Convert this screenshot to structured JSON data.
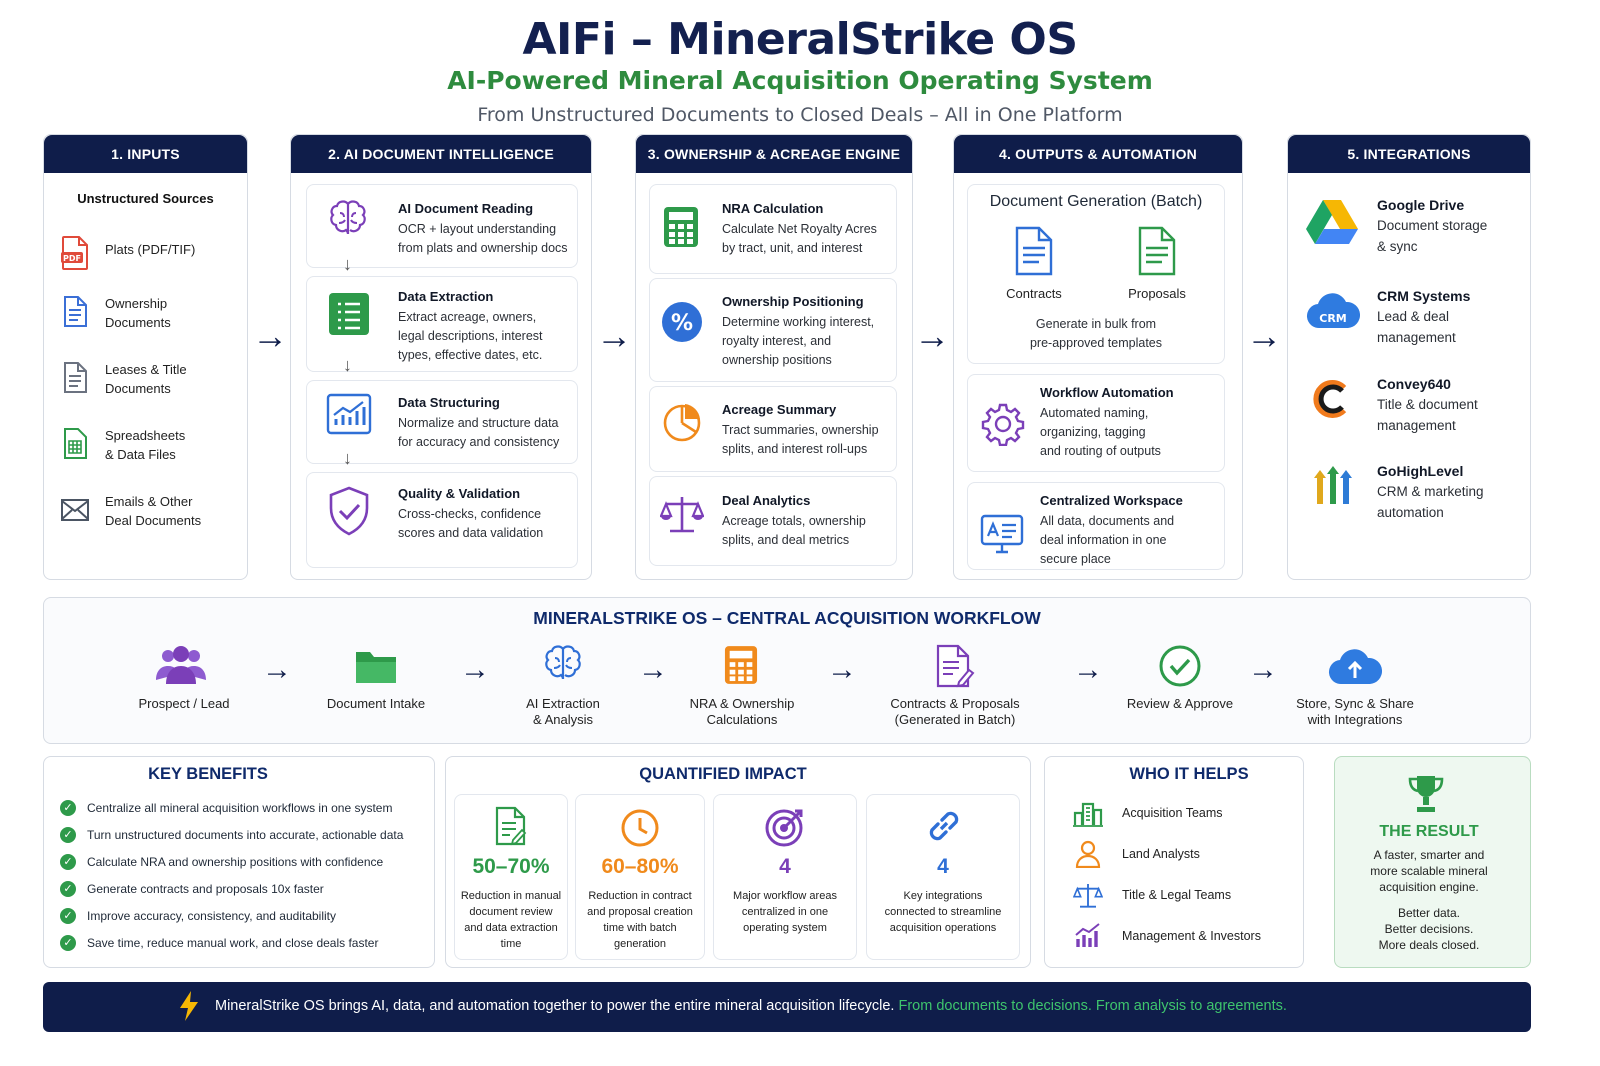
{
  "header": {
    "title": "AIFi – MineralStrike OS",
    "subtitle": "AI-Powered Mineral Acquisition Operating System",
    "tagline": "From Unstructured Documents to Closed Deals – All in One Platform"
  },
  "inputs": {
    "head": "1. INPUTS",
    "sub": "Unstructured Sources",
    "items": [
      "Plats (PDF/TIF)",
      "Ownership Documents",
      "Leases & Title Documents",
      "Spreadsheets & Data Files",
      "Emails & Other Deal Documents"
    ],
    "items_lines": [
      [
        "Plats (PDF/TIF)"
      ],
      [
        "Ownership",
        "Documents"
      ],
      [
        "Leases & Title",
        "Documents"
      ],
      [
        "Spreadsheets",
        "& Data Files"
      ],
      [
        "Emails & Other",
        "Deal Documents"
      ]
    ]
  },
  "ai": {
    "head": "2. AI DOCUMENT INTELLIGENCE",
    "steps": [
      {
        "title": "AI Document Reading",
        "desc": [
          "OCR + layout understanding",
          "from plats and ownership docs"
        ]
      },
      {
        "title": "Data Extraction",
        "desc": [
          "Extract acreage, owners,",
          "legal descriptions, interest",
          "types, effective dates, etc."
        ]
      },
      {
        "title": "Data Structuring",
        "desc": [
          "Normalize and structure data",
          "for accuracy and consistency"
        ]
      },
      {
        "title": "Quality & Validation",
        "desc": [
          "Cross-checks, confidence",
          "scores and data validation"
        ]
      }
    ]
  },
  "engine": {
    "head": "3. OWNERSHIP & ACREAGE ENGINE",
    "cards": [
      {
        "title": "NRA Calculation",
        "desc": [
          "Calculate Net Royalty Acres",
          "by tract, unit, and interest"
        ]
      },
      {
        "title": "Ownership Positioning",
        "desc": [
          "Determine working interest,",
          "royalty interest, and",
          "ownership positions"
        ]
      },
      {
        "title": "Acreage Summary",
        "desc": [
          "Tract summaries, ownership",
          "splits, and interest roll-ups"
        ]
      },
      {
        "title": "Deal Analytics",
        "desc": [
          "Acreage totals, ownership",
          "splits, and deal metrics"
        ]
      }
    ]
  },
  "outputs": {
    "head": "4. OUTPUTS & AUTOMATION",
    "docgen": {
      "title": "Document Generation (Batch)",
      "items": [
        "Contracts",
        "Proposals"
      ],
      "desc": [
        "Generate in bulk from",
        "pre-approved templates"
      ]
    },
    "workflow": {
      "title": "Workflow Automation",
      "desc": [
        "Automated naming,",
        "organizing, tagging",
        "and routing of outputs"
      ]
    },
    "workspace": {
      "title": "Centralized Workspace",
      "desc": [
        "All data, documents and",
        "deal information in one",
        "secure place"
      ]
    }
  },
  "integrations": {
    "head": "5. INTEGRATIONS",
    "items": [
      {
        "title": "Google Drive",
        "desc": [
          "Document storage",
          "& sync"
        ]
      },
      {
        "title": "CRM Systems",
        "desc": [
          "Lead & deal",
          "management"
        ]
      },
      {
        "title": "Convey640",
        "desc": [
          "Title & document",
          "management"
        ]
      },
      {
        "title": "GoHighLevel",
        "desc": [
          "CRM & marketing",
          "automation"
        ]
      }
    ],
    "crm_badge": "CRM"
  },
  "workflow": {
    "head": "MINERALSTRIKE OS – CENTRAL ACQUISITION WORKFLOW",
    "steps": [
      [
        "Prospect / Lead"
      ],
      [
        "Document Intake"
      ],
      [
        "AI Extraction",
        "& Analysis"
      ],
      [
        "NRA & Ownership",
        "Calculations"
      ],
      [
        "Contracts & Proposals",
        "(Generated in Batch)"
      ],
      [
        "Review & Approve"
      ],
      [
        "Store, Sync & Share",
        "with Integrations"
      ]
    ]
  },
  "benefits": {
    "head": "KEY BENEFITS",
    "items": [
      "Centralize all mineral acquisition workflows in one system",
      "Turn unstructured documents into accurate, actionable data",
      "Calculate NRA and ownership positions with confidence",
      "Generate contracts and proposals 10x faster",
      "Improve accuracy, consistency, and auditability",
      "Save time, reduce manual work, and close deals faster"
    ]
  },
  "impact": {
    "head": "QUANTIFIED IMPACT",
    "items": [
      {
        "value": "50–70%",
        "color": "#2e9a4a",
        "desc": [
          "Reduction in manual",
          "document review",
          "and data extraction",
          "time"
        ]
      },
      {
        "value": "60–80%",
        "color": "#f08a1c",
        "desc": [
          "Reduction in contract",
          "and proposal creation",
          "time with batch",
          "generation"
        ]
      },
      {
        "value": "4",
        "color": "#7b3fb8",
        "desc": [
          "Major workflow areas",
          "centralized in one",
          "operating system"
        ]
      },
      {
        "value": "4",
        "color": "#2f6fd6",
        "desc": [
          "Key integrations",
          "connected to streamline",
          "acquisition operations"
        ]
      }
    ]
  },
  "who": {
    "head": "WHO IT HELPS",
    "items": [
      "Acquisition Teams",
      "Land Analysts",
      "Title & Legal Teams",
      "Management & Investors"
    ]
  },
  "result": {
    "head": "THE RESULT",
    "desc": [
      "A faster, smarter and",
      "more scalable mineral",
      "acquisition engine."
    ],
    "desc2": [
      "Better data.",
      "Better decisions.",
      "More deals closed."
    ]
  },
  "footer": {
    "text": "MineralStrike OS brings AI, data, and automation together to power the entire mineral acquisition lifecycle.",
    "highlight": "From documents to decisions. From analysis to agreements."
  },
  "colors": {
    "navy": "#0f1d4a",
    "green": "#2e8b3e",
    "accent_green": "#3ec46d"
  }
}
